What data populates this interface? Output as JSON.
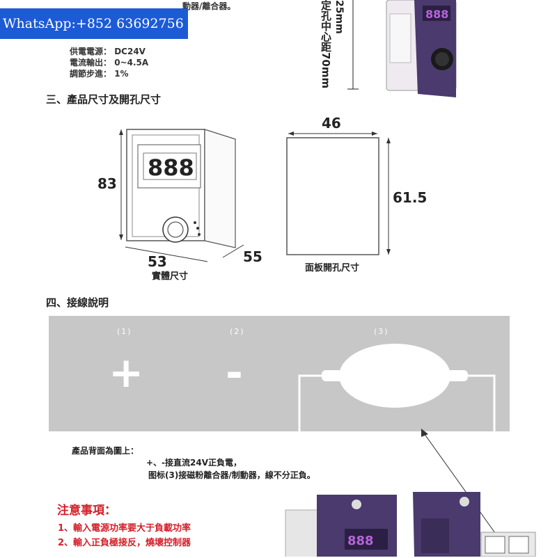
{
  "top_fragment": "動器/離合器。",
  "whatsapp": "WhatsApp:+852 63692756",
  "vertical_label_1": "25mm",
  "vertical_label_2": "定孔中心距70mm",
  "specs": [
    {
      "label": "供電電源：",
      "value": "DC24V"
    },
    {
      "label": "電流輸出：",
      "value": "0~4.5A"
    },
    {
      "label": "調節步進：",
      "value": "1%"
    }
  ],
  "section3_title": "三、產品尺寸及開孔尺寸",
  "body_dims": {
    "height": "83",
    "width": "53",
    "depth": "55",
    "caption": "實體尺寸",
    "display": "888"
  },
  "cutout_dims": {
    "width": "46",
    "height": "61.5",
    "caption": "面板開孔尺寸"
  },
  "section4_title": "四、接線說明",
  "terminals": [
    {
      "label": "(1)",
      "symbol": "+"
    },
    {
      "label": "(2)",
      "symbol": "-"
    },
    {
      "label": "(3)",
      "symbol": ""
    }
  ],
  "notes": [
    "產品背面為圖上：",
    "+、-接直流24V正負電，",
    "图标(3)接磁粉離合器/制動器，線不分正負。"
  ],
  "warning_title": "注意事項：",
  "warnings": [
    "1、輸入電源功率要大于負載功率",
    "2、輸入正負極接反，燒壞控制器"
  ],
  "photo_display": "888",
  "colors": {
    "accent_blue": "#1d5bd6",
    "warning_red": "#d3202a",
    "panel_gray": "#c7c7c7",
    "device_purple": "#4a3a6e"
  }
}
